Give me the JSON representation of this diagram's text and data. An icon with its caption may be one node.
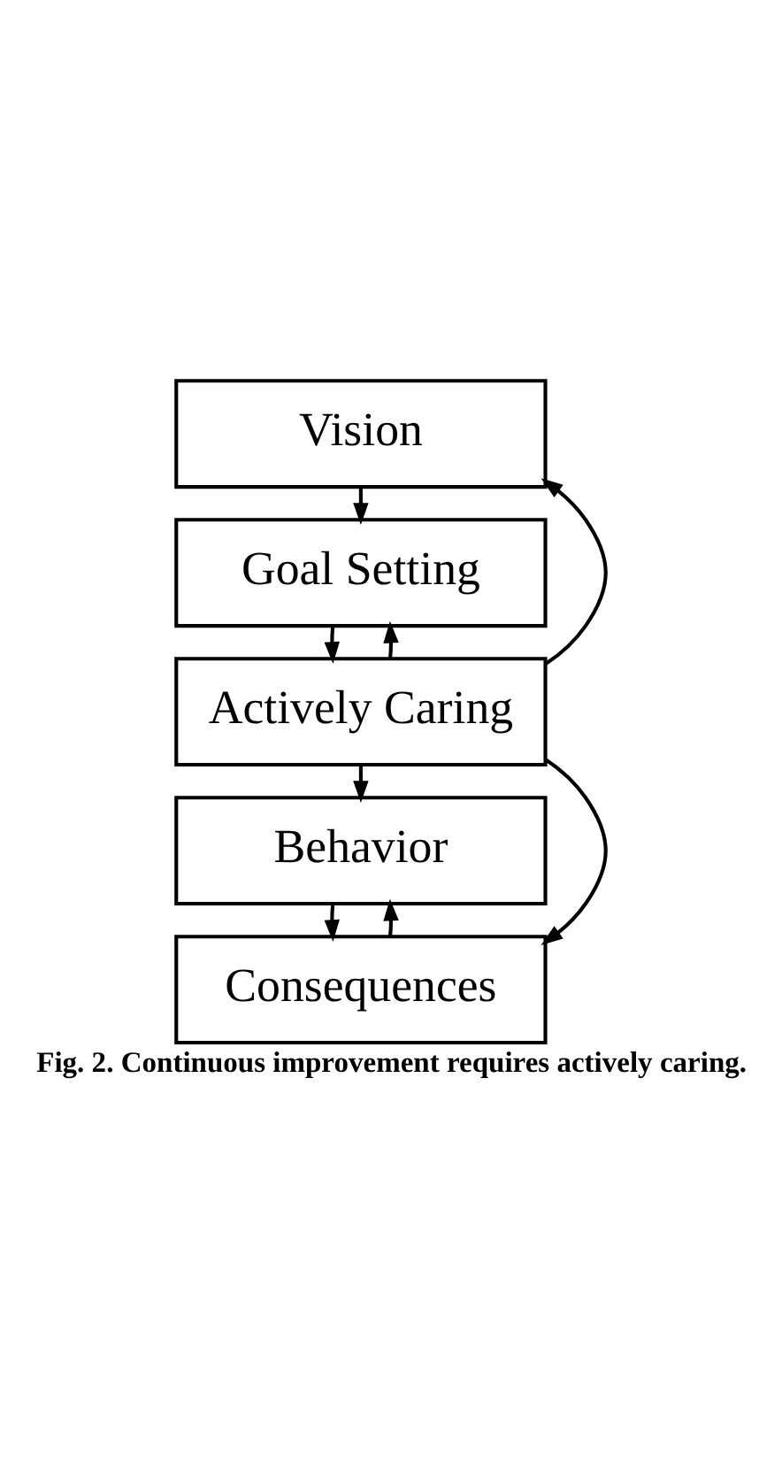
{
  "diagram": {
    "caption": "Fig. 2. Continuous improvement requires actively caring.",
    "nodes": [
      {
        "text": [
          "Vision"
        ]
      },
      {
        "text": [
          "Goal Setting"
        ]
      },
      {
        "text": [
          "Actively Caring"
        ]
      },
      {
        "text": [
          "Behavior"
        ]
      },
      {
        "text": [
          "Consequences"
        ]
      }
    ],
    "edges": [
      {
        "from": 0,
        "to": 1,
        "arrow": "to"
      },
      {
        "from": 1,
        "to": 2,
        "arrow": "to"
      },
      {
        "from": 2,
        "to": 3,
        "arrow": "to"
      },
      {
        "from": 3,
        "to": 4,
        "arrow": "to"
      },
      {
        "from": 2,
        "to": 0,
        "arrow": "to"
      },
      {
        "from": 2,
        "to": 1,
        "arrow": "to"
      },
      {
        "from": 2,
        "to": 4,
        "arrow": "to"
      },
      {
        "from": 4,
        "to": 3,
        "arrow": "to"
      }
    ]
  }
}
